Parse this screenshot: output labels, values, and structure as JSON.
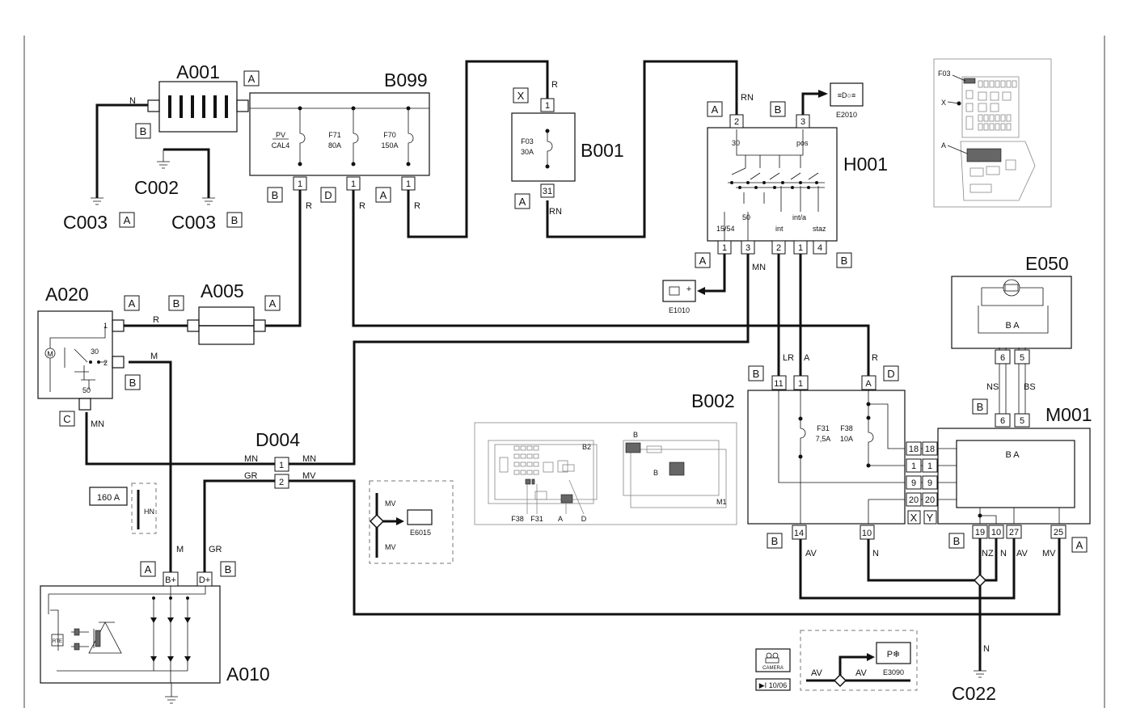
{
  "components": {
    "a001": "A001",
    "b099": "B099",
    "b001": "B001",
    "h001": "H001",
    "c002": "C002",
    "c003": "C003",
    "a020": "A020",
    "a005": "A005",
    "e050": "E050",
    "b002": "B002",
    "m001": "M001",
    "d004": "D004",
    "a010": "A010",
    "c022": "C022",
    "e2010": "E2010",
    "e1010": "E1010",
    "e6015": "E6015",
    "e3090": "E3090"
  },
  "tags": {
    "a": "A",
    "b": "B",
    "c": "C",
    "d": "D",
    "x": "X",
    "y": "Y"
  },
  "wires": {
    "n": "N",
    "r": "R",
    "rn": "RN",
    "mn": "MN",
    "m": "M",
    "gr": "GR",
    "mv": "MV",
    "lr": "LR",
    "a": "A",
    "ns": "NS",
    "bs": "BS",
    "av": "AV",
    "nz": "NZ",
    "hn": "HN"
  },
  "fuses": {
    "pv": "PV",
    "cal4": "CAL4",
    "f71": "F71",
    "f71_rating": "80A",
    "f70": "F70",
    "f70_rating": "150A",
    "f03": "F03",
    "f03_rating": "30A",
    "f31": "F31",
    "f31_rating": "7,5A",
    "f38": "F38",
    "f38_rating": "10A"
  },
  "h001": {
    "t30": "30",
    "pos": "pos",
    "t1554": "15/54",
    "t50": "50",
    "int": "int",
    "inta": "int/a",
    "staz": "staz"
  },
  "pins": {
    "p1": "1",
    "p2": "2",
    "p3": "3",
    "p4": "4",
    "p5": "5",
    "p6": "6",
    "p9": "9",
    "p10": "10",
    "p11": "11",
    "p14": "14",
    "p18": "18",
    "p19": "19",
    "p20": "20",
    "p25": "25",
    "p27": "27",
    "p30": "30",
    "p31": "31",
    "p50": "50",
    "bplus": "B+",
    "dplus": "D+",
    "ba": "B  A"
  },
  "misc": {
    "fuse_160": "160 A",
    "rte": "RTE",
    "camera": "CAMERA",
    "camera_ref": "▶I 10/06",
    "mini_b2": "B2",
    "mini_m1": "M1",
    "mini_f38": "F38",
    "mini_f31": "F31",
    "mini_a": "A",
    "mini_d": "D",
    "mini_b": "B",
    "loc_f03": "F03",
    "loc_x": "X",
    "loc_a": "A",
    "e3090_sym": "P❄",
    "e2010_sym": "≡D○≡"
  },
  "colors": {
    "ink": "#111111",
    "grey": "#888888",
    "hatch": "#666666"
  }
}
